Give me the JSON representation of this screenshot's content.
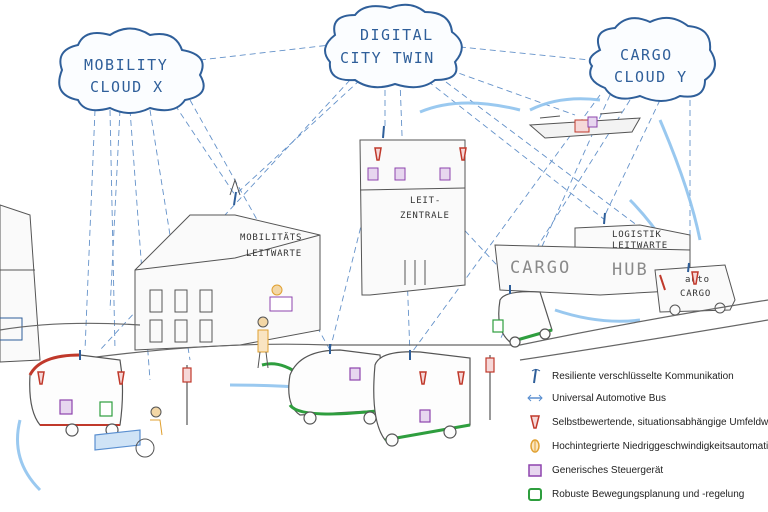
{
  "clouds": [
    {
      "line1": "MOBILITY",
      "line2": "CLOUD X"
    },
    {
      "line1": "DIGITAL",
      "line2": "CITY TWIN"
    },
    {
      "line1": "CARGO",
      "line2": "CLOUD Y"
    }
  ],
  "buildings": {
    "mobility_control": {
      "line1": "MOBILITÄTS",
      "line2": "LEITWARTE"
    },
    "control_tower": {
      "line1": "LEIT-",
      "line2": "ZENTRALE"
    },
    "logistics_control": {
      "line1": "LOGISTIK",
      "line2": "LEITWARTE"
    },
    "cargo_hub": {
      "line1": "CARGO",
      "line2": "HUB"
    },
    "auto_cargo": {
      "line1": "auto",
      "line2": "CARGO"
    }
  },
  "legend": [
    {
      "icon": "antenna-icon",
      "label": "Resiliente verschlüsselte Kommunikation",
      "color": "#2f5f9a"
    },
    {
      "icon": "bus-arrow-icon",
      "label": "Universal Automotive Bus",
      "color": "#5a8fd0"
    },
    {
      "icon": "sensor-icon",
      "label": "Selbstbewertende, situationsabhängige Umfeldwahrnehmung",
      "color": "#c0392b"
    },
    {
      "icon": "automation-icon",
      "label": "Hochintegrierte Niedriggeschwindigkeitsautomatisierung",
      "color": "#e0a030"
    },
    {
      "icon": "ecu-icon",
      "label": "Generisches Steuergerät",
      "color": "#8e44ad"
    },
    {
      "icon": "motion-icon",
      "label": "Robuste Bewegungsplanung und -regelung",
      "color": "#2e9e3e"
    }
  ],
  "colors": {
    "link": "#4a7fc0",
    "cloud": "#2f5f9a",
    "sensor": "#c0392b",
    "ecu": "#8e44ad",
    "motion": "#2e9e3e",
    "bus": "#8fc3ee"
  }
}
